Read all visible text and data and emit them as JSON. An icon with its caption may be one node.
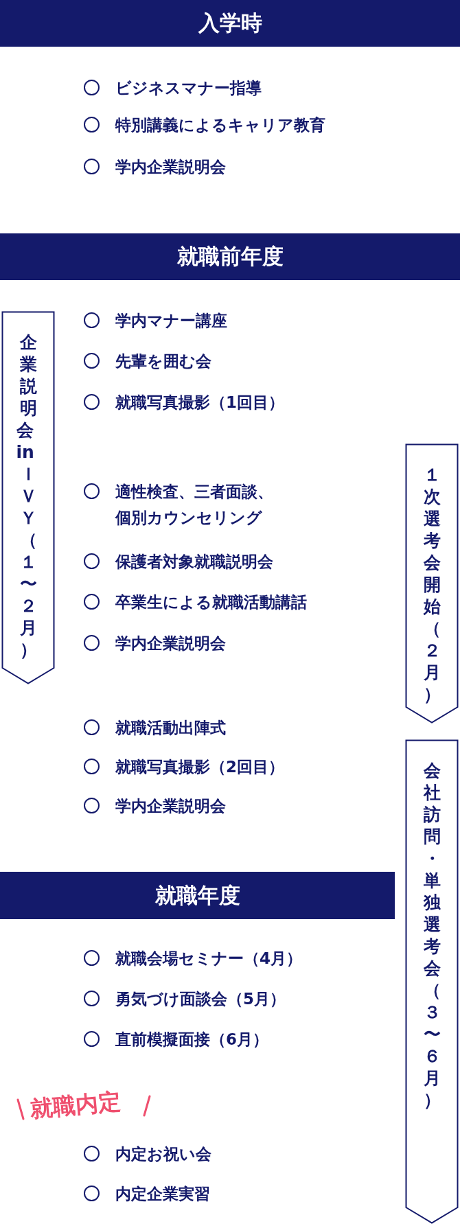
{
  "diagram": {
    "nodes": [
      {
        "text": [
          "入学時"
        ]
      },
      {
        "text": [
          "就職前年度"
        ]
      },
      {
        "text": [
          "企業説明会 in ＩＶＹ（１〜２月）"
        ]
      },
      {
        "text": [
          "１次選考会開始（２月）"
        ]
      },
      {
        "text": [
          "就職年度"
        ]
      },
      {
        "text": [
          "会社訪問・単独選考会（３〜６月）"
        ]
      }
    ],
    "edges": [],
    "labels": [
      "ビジネスマナー指導",
      "特別講義によるキャリア教育",
      "学内企業説明会",
      "学内マナー講座",
      "先輩を囲む会",
      "就職写真撮影（1回目）",
      "適性検査、三者面談、個別カウンセリング",
      "保護者対象就職説明会",
      "卒業生による就職活動講話",
      "学内企業説明会",
      "就職活動出陣式",
      "就職写真撮影（2回目）",
      "学内企業説明会",
      "就職会場セミナー（4月）",
      "勇気づけ面談会（5月）",
      "直前模擬面接（6月）",
      "就職内定",
      "内定お祝い会",
      "内定企業実習"
    ]
  }
}
